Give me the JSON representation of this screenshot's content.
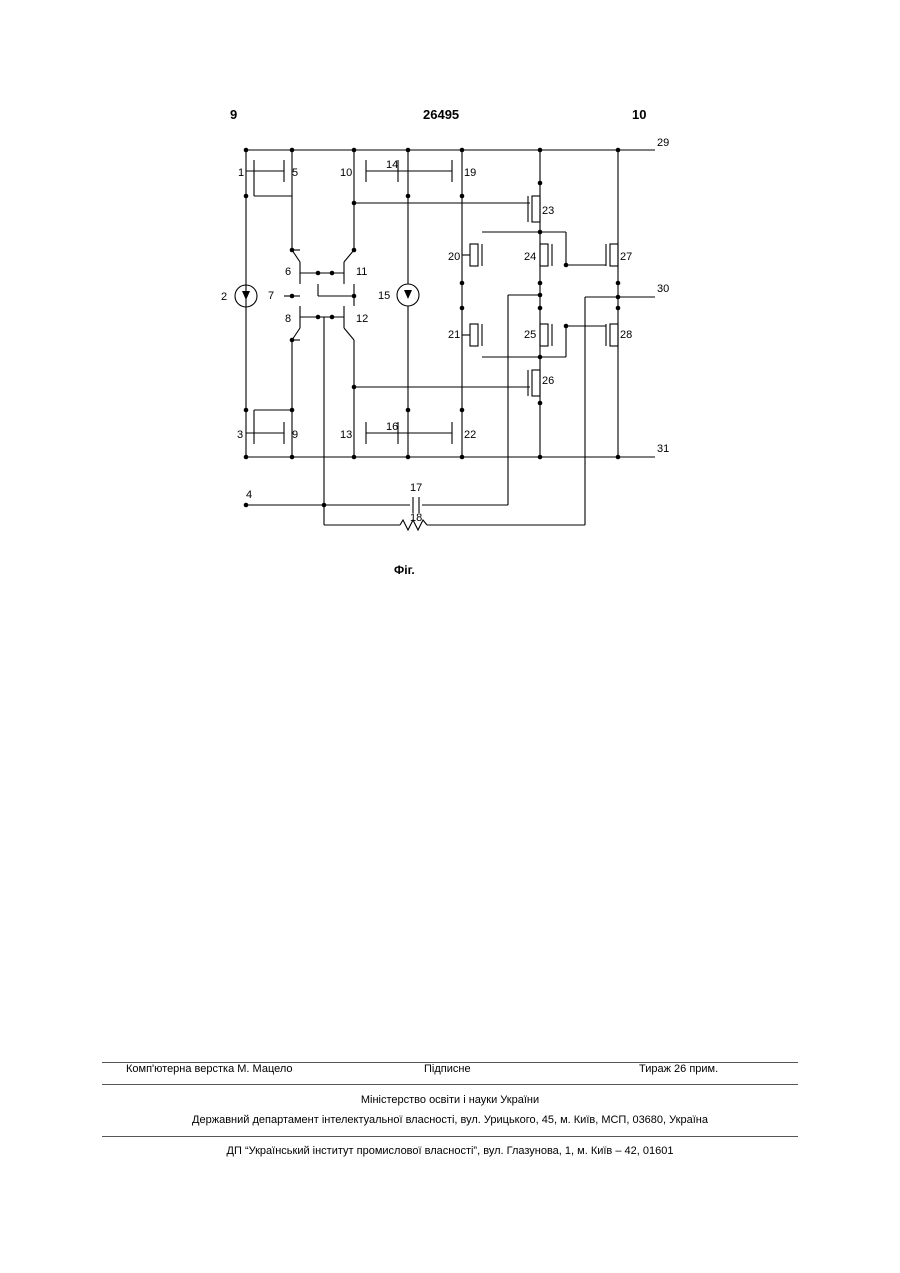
{
  "header": {
    "left_page": "9",
    "patent_number": "26495",
    "right_page": "10"
  },
  "figure": {
    "caption": "Фіг.",
    "component_labels": [
      "1",
      "2",
      "3",
      "4",
      "5",
      "6",
      "7",
      "8",
      "9",
      "10",
      "11",
      "12",
      "13",
      "14",
      "15",
      "16",
      "17",
      "18",
      "19",
      "20",
      "21",
      "22",
      "23",
      "24",
      "25",
      "26",
      "27",
      "28",
      "29",
      "30",
      "31"
    ]
  },
  "footer": {
    "layout_credit": "Комп'ютерна верстка М. Мацело",
    "signed": "Підписне",
    "circulation": "Тираж 26 прим.",
    "ministry": "Міністерство освіти і науки України",
    "department": "Державний департамент інтелектуальної власності, вул. Урицького, 45, м. Київ, МСП, 03680, Україна",
    "institute": "ДП “Український інститут промислової власності”, вул. Глазунова, 1, м. Київ – 42, 01601"
  }
}
